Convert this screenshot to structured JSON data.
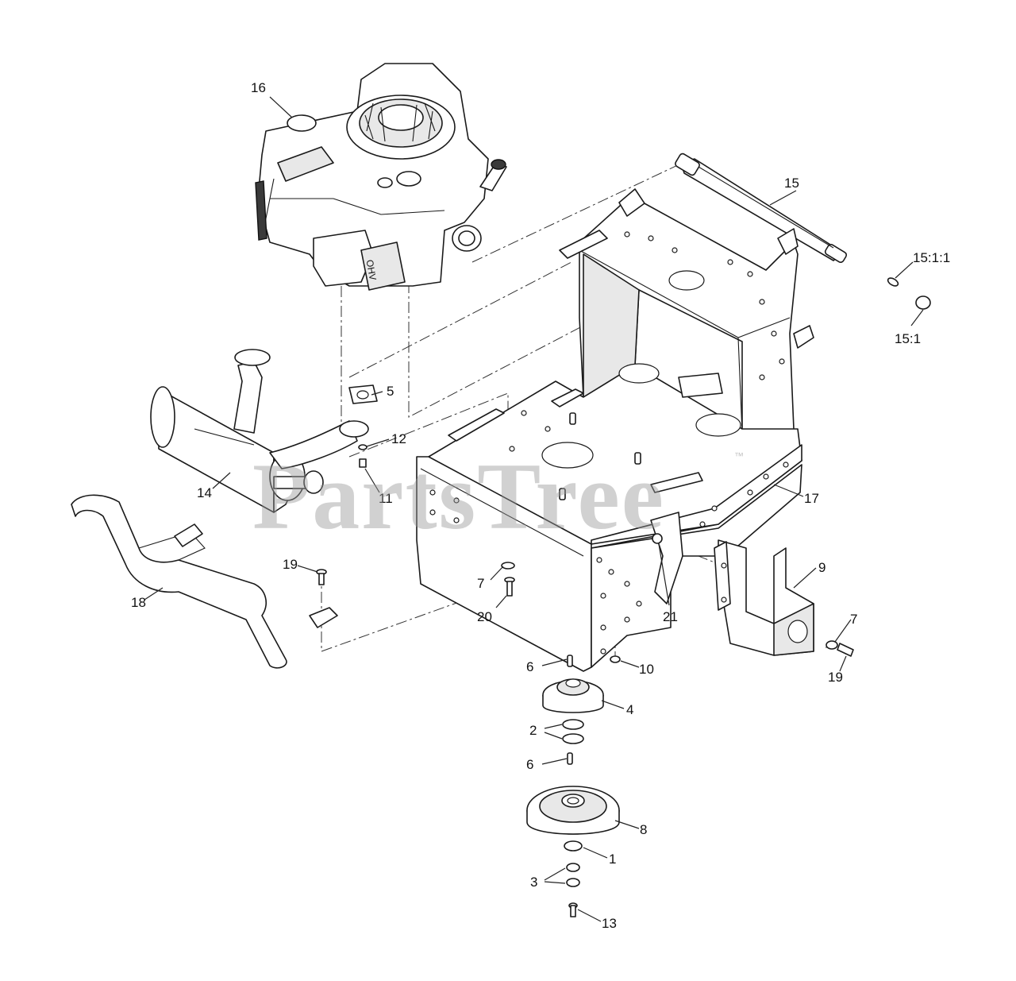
{
  "watermark": {
    "text": "PartsTree",
    "mark": "™"
  },
  "callouts": [
    {
      "id": "c16",
      "label": "16"
    },
    {
      "id": "c15",
      "label": "15"
    },
    {
      "id": "c1511",
      "label": "15:1:1"
    },
    {
      "id": "c151",
      "label": "15:1"
    },
    {
      "id": "c5",
      "label": "5"
    },
    {
      "id": "c12",
      "label": "12"
    },
    {
      "id": "c11",
      "label": "11"
    },
    {
      "id": "c14",
      "label": "14"
    },
    {
      "id": "c17",
      "label": "17"
    },
    {
      "id": "c19a",
      "label": "19"
    },
    {
      "id": "c18",
      "label": "18"
    },
    {
      "id": "c7a",
      "label": "7"
    },
    {
      "id": "c20",
      "label": "20"
    },
    {
      "id": "c21",
      "label": "21"
    },
    {
      "id": "c9",
      "label": "9"
    },
    {
      "id": "c7b",
      "label": "7"
    },
    {
      "id": "c19b",
      "label": "19"
    },
    {
      "id": "c6a",
      "label": "6"
    },
    {
      "id": "c10",
      "label": "10"
    },
    {
      "id": "c4",
      "label": "4"
    },
    {
      "id": "c2",
      "label": "2"
    },
    {
      "id": "c6b",
      "label": "6"
    },
    {
      "id": "c8",
      "label": "8"
    },
    {
      "id": "c1",
      "label": "1"
    },
    {
      "id": "c3",
      "label": "3"
    },
    {
      "id": "c13",
      "label": "13"
    }
  ],
  "engine": {
    "label_plate": "OHV"
  },
  "colors": {
    "line": "#1a1a1a",
    "watermark": "#9a9a9a",
    "background": "#ffffff"
  }
}
